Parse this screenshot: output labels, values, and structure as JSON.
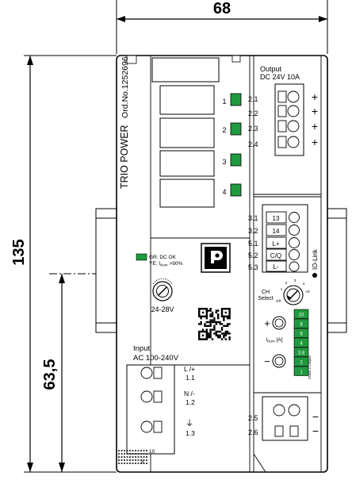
{
  "dimensions": {
    "width": "68",
    "height": "135",
    "din_rail_offset": "63,5"
  },
  "device": {
    "brand_text": "TRIO POWER",
    "order_text": "Ord.No.1252696"
  },
  "output": {
    "title": "Output",
    "rating": "DC 24V 10A",
    "terminals": [
      {
        "id": "2.1",
        "polarity": "+"
      },
      {
        "id": "2.2",
        "polarity": "+"
      },
      {
        "id": "2.3",
        "polarity": "+"
      },
      {
        "id": "2.4",
        "polarity": "+"
      }
    ]
  },
  "channels": [
    "1",
    "2",
    "3",
    "4"
  ],
  "signal_block": {
    "rows": [
      {
        "id": "3.1",
        "label": "13"
      },
      {
        "id": "3.2",
        "label": "14"
      },
      {
        "id": "5.1",
        "label": "L+"
      },
      {
        "id": "5.2",
        "label": "C/Q"
      },
      {
        "id": "5.3",
        "label": "L-"
      }
    ],
    "iolink_text": "IO-Link"
  },
  "status_legend": {
    "line1": "GR: DC OK",
    "line2": "YE: I"
  },
  "voltage_pot": {
    "label": "24-28V"
  },
  "channel_select": {
    "label_line1": "CH",
    "label_line2": "Select",
    "scale": [
      "1",
      "2",
      "3",
      "4",
      "All",
      "Off"
    ]
  },
  "current_adjust": {
    "plus": "+",
    "minus": "−",
    "label": "Inom [A]"
  },
  "current_bars": [
    "10",
    "8",
    "6",
    "4",
    "3.8",
    "2",
    "1"
  ],
  "class2_text": "Class 2 Output",
  "input": {
    "title": "Input",
    "rating": "AC 100-240V",
    "terminals": [
      {
        "name": "L /+",
        "id": "1.1"
      },
      {
        "name": "N /-",
        "id": "1.2"
      },
      {
        "name": "⏚",
        "id": "1.3"
      }
    ]
  },
  "aux_output": {
    "terminals": [
      {
        "id": "2.5",
        "polarity": "−"
      },
      {
        "id": "2.6",
        "polarity": "−"
      }
    ]
  },
  "bottom_marks": [
    "10",
    "8"
  ],
  "colors": {
    "led_green": "#1f9a3f",
    "line": "#000000"
  }
}
